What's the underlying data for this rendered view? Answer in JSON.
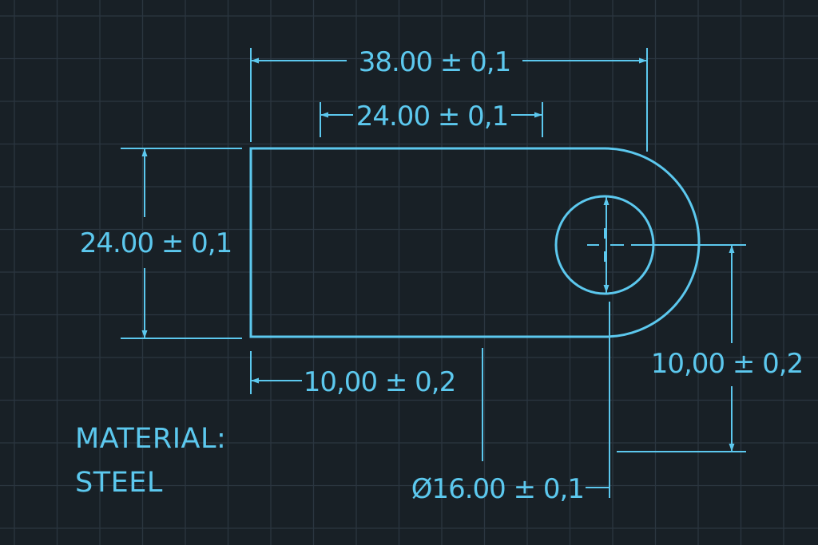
{
  "colors": {
    "background": "#182026",
    "grid": "#2b3640",
    "ink": "#5cc8ee"
  },
  "dimensions": {
    "overall_length": "38.00 ± 0,1",
    "top_width": "24.00 ± 0,1",
    "height": "24.00 ± 0,1",
    "bottom_offset": "10,00 ± 0,2",
    "right_offset": "10,00 ± 0,2",
    "hole_diameter": "Ø16.00 ± 0,1"
  },
  "material": {
    "label": "MATERIAL:",
    "value": "STEEL"
  }
}
